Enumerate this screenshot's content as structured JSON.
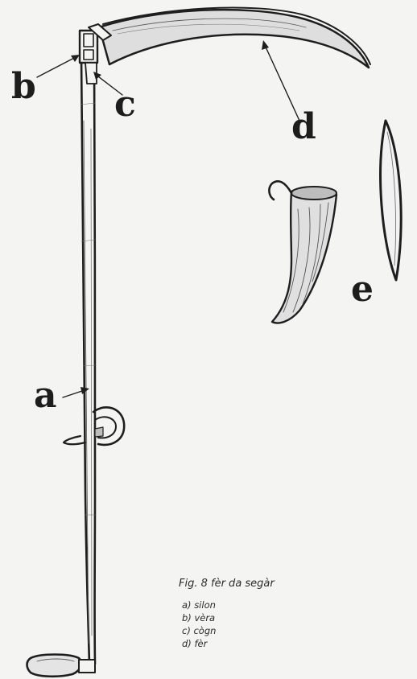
{
  "figure": {
    "labels": {
      "a": "a",
      "b": "b",
      "c": "c",
      "d": "d",
      "e": "e"
    },
    "caption": "Fig. 8 fèr da segàr",
    "legend": [
      "a) silon",
      "b) vèra",
      "c) cògn",
      "d) fèr"
    ]
  }
}
